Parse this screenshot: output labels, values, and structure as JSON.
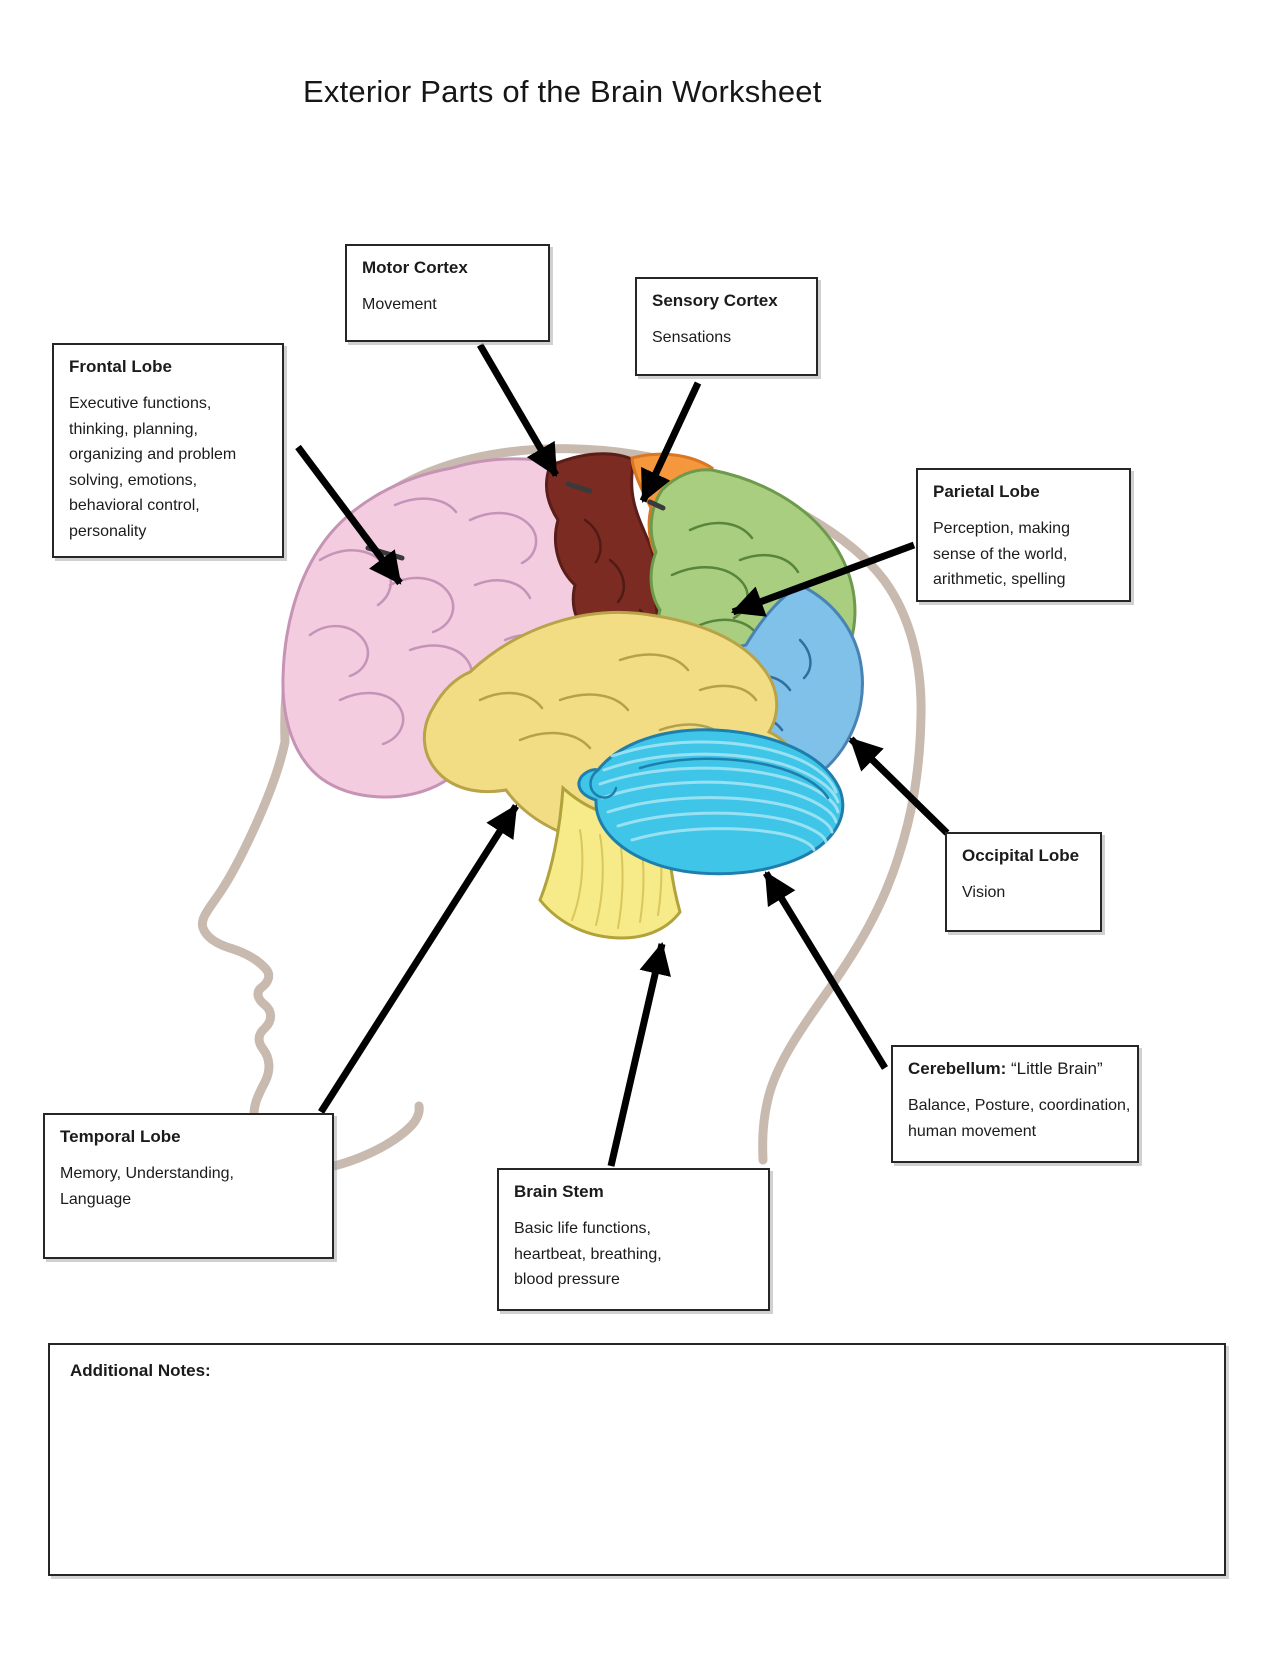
{
  "page": {
    "title": "Exterior Parts of the Brain Worksheet"
  },
  "labels": [
    {
      "id": "motor-cortex",
      "title": "Motor Cortex",
      "body_lines": [
        "Movement"
      ]
    },
    {
      "id": "sensory-cortex",
      "title": "Sensory Cortex",
      "body_lines": [
        "Sensations"
      ]
    },
    {
      "id": "frontal-lobe",
      "title": "Frontal Lobe",
      "body_lines": [
        "Executive functions,",
        "thinking, planning,",
        "organizing and problem",
        "solving, emotions,",
        "behavioral control,",
        "personality"
      ]
    },
    {
      "id": "parietal-lobe",
      "title": "Parietal Lobe",
      "body_lines": [
        "Perception, making",
        "sense of the world,",
        "arithmetic, spelling"
      ]
    },
    {
      "id": "occipital-lobe",
      "title": "Occipital Lobe",
      "body_lines": [
        "Vision"
      ]
    },
    {
      "id": "cerebellum",
      "title": "Cerebellum:",
      "title_suffix": "“Little Brain”",
      "body_lines": [
        "Balance, Posture, coordination,",
        "human movement"
      ]
    },
    {
      "id": "temporal-lobe",
      "title": "Temporal Lobe",
      "body_lines": [
        "Memory, Understanding,",
        "Language"
      ]
    },
    {
      "id": "brain-stem",
      "title": "Brain Stem",
      "body_lines": [
        "Basic life functions,",
        "heartbeat, breathing,",
        "blood pressure"
      ]
    }
  ],
  "notes": {
    "label": "Additional Notes:"
  },
  "diagram": {
    "head_outline_color": "#c9bab0",
    "arrow_color": "#000000",
    "colors": {
      "frontal": "#f3cce0",
      "motor": "#7c2b22",
      "sensory": "#f5973c",
      "parietal": "#a9ce80",
      "occipital": "#7fc1e8",
      "temporal": "#f2dd85",
      "stem": "#f6ea89",
      "cerebellum": "#3fc5e8"
    }
  }
}
